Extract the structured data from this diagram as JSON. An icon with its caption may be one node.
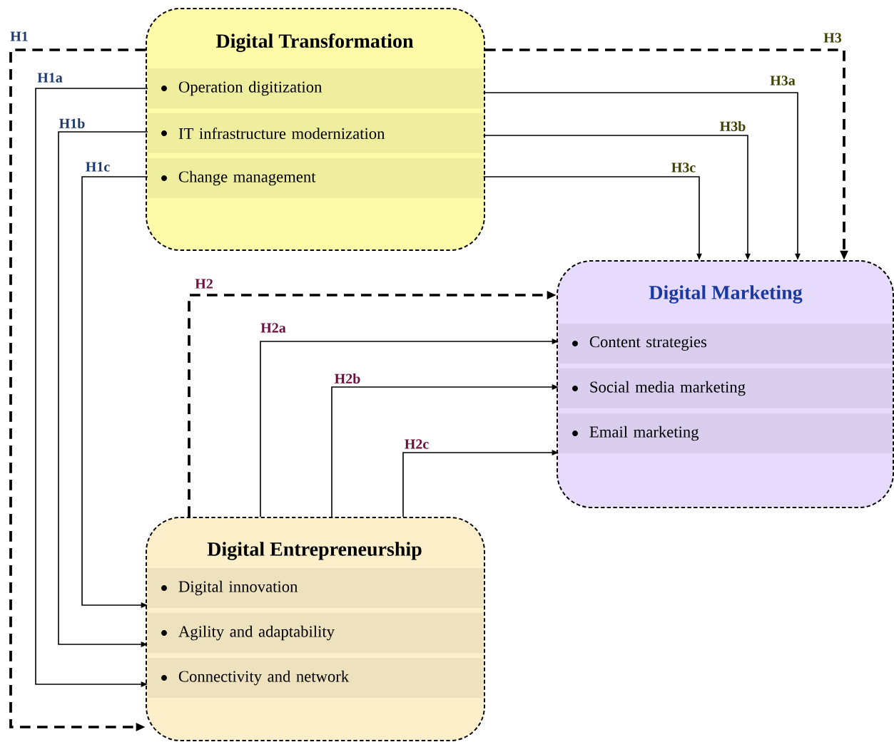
{
  "diagram": {
    "nodes": [
      {
        "text": [
          "Digital Transformation"
        ]
      },
      {
        "text": [
          "Operation digitization"
        ],
        "in": 0
      },
      {
        "text": [
          "IT infrastructure modernization"
        ],
        "in": 0
      },
      {
        "text": [
          "Change management"
        ],
        "in": 0
      },
      {
        "text": [
          "Digital Marketing"
        ]
      },
      {
        "text": [
          "Content strategies"
        ],
        "in": 4
      },
      {
        "text": [
          "Social media marketing"
        ],
        "in": 4
      },
      {
        "text": [
          "Email marketing"
        ],
        "in": 4
      },
      {
        "text": [
          "Digital Entrepreneurship"
        ]
      },
      {
        "text": [
          "Digital innovation"
        ],
        "in": 8
      },
      {
        "text": [
          "Agility and adaptability"
        ],
        "in": 8
      },
      {
        "text": [
          "Connectivity and network"
        ],
        "in": 8
      }
    ],
    "edges": [
      {
        "from": 0,
        "to": 8,
        "arrow": "to",
        "label": "H1",
        "style": "dashed"
      },
      {
        "from": 1,
        "to": 11,
        "arrow": "to",
        "label": "H1a"
      },
      {
        "from": 2,
        "to": 10,
        "arrow": "to",
        "label": "H1b"
      },
      {
        "from": 3,
        "to": 9,
        "arrow": "to",
        "label": "H1c"
      },
      {
        "from": 8,
        "to": 4,
        "arrow": "to",
        "label": "H2",
        "style": "dashed"
      },
      {
        "from": 8,
        "to": 5,
        "arrow": "to",
        "label": "H2a"
      },
      {
        "from": 8,
        "to": 6,
        "arrow": "to",
        "label": "H2b"
      },
      {
        "from": 8,
        "to": 7,
        "arrow": "to",
        "label": "H2c"
      },
      {
        "from": 0,
        "to": 4,
        "arrow": "to",
        "label": "H3",
        "style": "dashed"
      },
      {
        "from": 1,
        "to": 4,
        "arrow": "to",
        "label": "H3a"
      },
      {
        "from": 2,
        "to": 4,
        "arrow": "to",
        "label": "H3b"
      },
      {
        "from": 3,
        "to": 4,
        "arrow": "to",
        "label": "H3c"
      }
    ]
  }
}
